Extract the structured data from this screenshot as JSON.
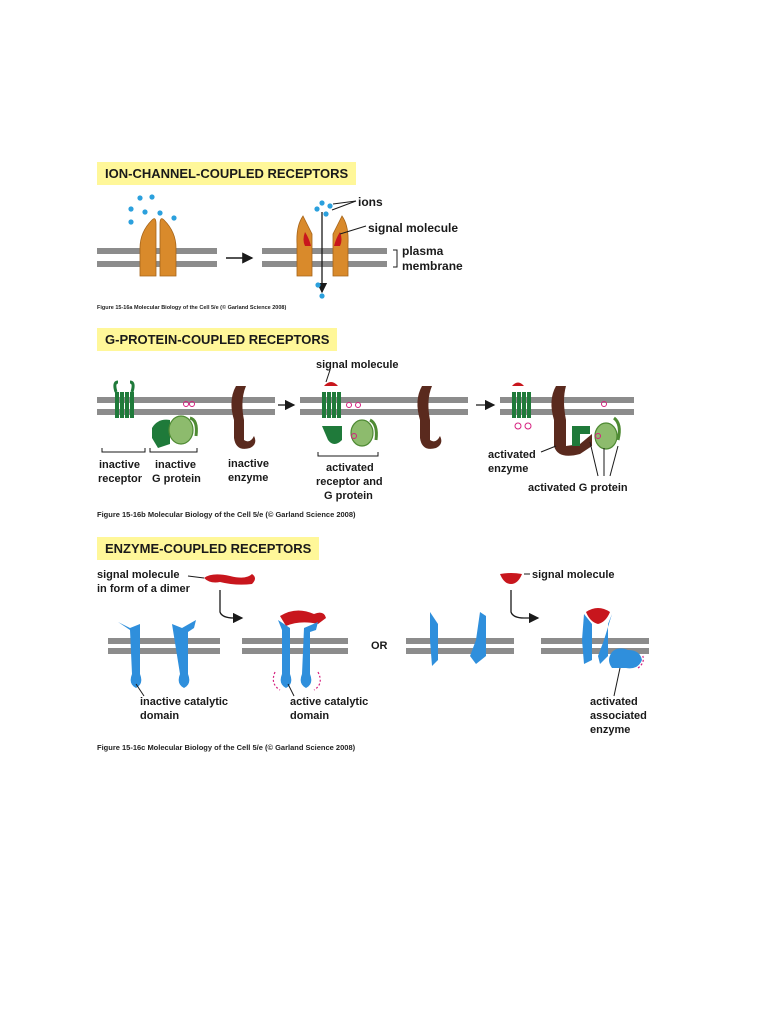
{
  "colors": {
    "banner": "#fff799",
    "membrane": "#8c8c8c",
    "ion_channel": "#d98a2b",
    "ion": "#2ba0dd",
    "signal_red": "#c8161d",
    "receptor_green": "#1f7a3a",
    "g_protein_green": "#6aa84f",
    "enzyme_brown": "#5a2a1e",
    "enzyme_receptor_blue": "#2f8fdc",
    "activation_magenta": "#d6207f"
  },
  "panel_a": {
    "title": "ION-CHANNEL-COUPLED  RECEPTORS",
    "labels": {
      "ions": "ions",
      "signal_molecule": "signal molecule",
      "plasma": "plasma",
      "membrane": "membrane"
    },
    "caption": "Figure 15-16a  Molecular Biology of the Cell 5/e (© Garland Science 2008)"
  },
  "panel_b": {
    "title": "G-PROTEIN-COUPLED  RECEPTORS",
    "labels": {
      "signal_molecule": "signal molecule",
      "inactive_receptor_1": "inactive",
      "inactive_receptor_2": "receptor",
      "inactive_gprotein_1": "inactive",
      "inactive_gprotein_2": "G protein",
      "inactive_enzyme_1": "inactive",
      "inactive_enzyme_2": "enzyme",
      "activated_1": "activated",
      "activated_2": "receptor and",
      "activated_3": "G protein",
      "activated_enzyme_1": "activated",
      "activated_enzyme_2": "enzyme",
      "activated_gprotein": "activated G protein"
    },
    "caption": "Figure 15-16b  Molecular Biology of the Cell 5/e (© Garland Science 2008)"
  },
  "panel_c": {
    "title": "ENZYME-COUPLED  RECEPTORS",
    "labels": {
      "signal_dimer_1": "signal molecule",
      "signal_dimer_2": "in form of a dimer",
      "signal_molecule": "signal molecule",
      "or": "OR",
      "inactive_1": "inactive catalytic",
      "inactive_2": "domain",
      "active_1": "active catalytic",
      "active_2": "domain",
      "assoc_1": "activated",
      "assoc_2": "associated",
      "assoc_3": "enzyme"
    },
    "caption": "Figure 15-16c  Molecular Biology of the Cell 5/e (© Garland Science 2008)"
  }
}
